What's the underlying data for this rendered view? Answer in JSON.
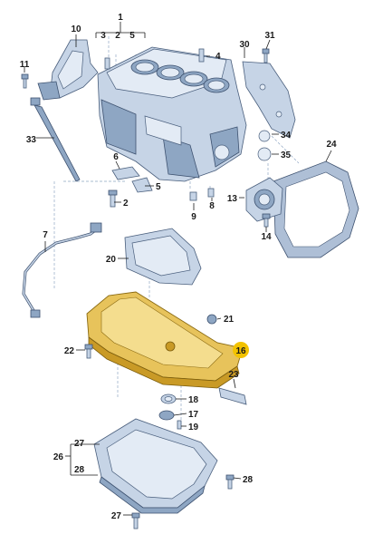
{
  "callouts": {
    "c1": "1",
    "c2": "2",
    "c3": "3",
    "c4": "4",
    "c5": "5",
    "c5b": "5",
    "c6": "6",
    "c7": "7",
    "c8": "8",
    "c9": "9",
    "c10": "10",
    "c11": "11",
    "c13": "13",
    "c14": "14",
    "c16": "16",
    "c17": "17",
    "c18": "18",
    "c19": "19",
    "c20": "20",
    "c21": "21",
    "c22": "22",
    "c23": "23",
    "c24": "24",
    "c26": "26",
    "c27": "27",
    "c27b": "27",
    "c28": "28",
    "c28b": "28",
    "c30": "30",
    "c31": "31",
    "c33": "33",
    "c34": "34",
    "c35": "35"
  },
  "colors": {
    "highlight": "#f2c200",
    "oil_pan": "#e7c35b",
    "parts": "#c6d4e6"
  }
}
